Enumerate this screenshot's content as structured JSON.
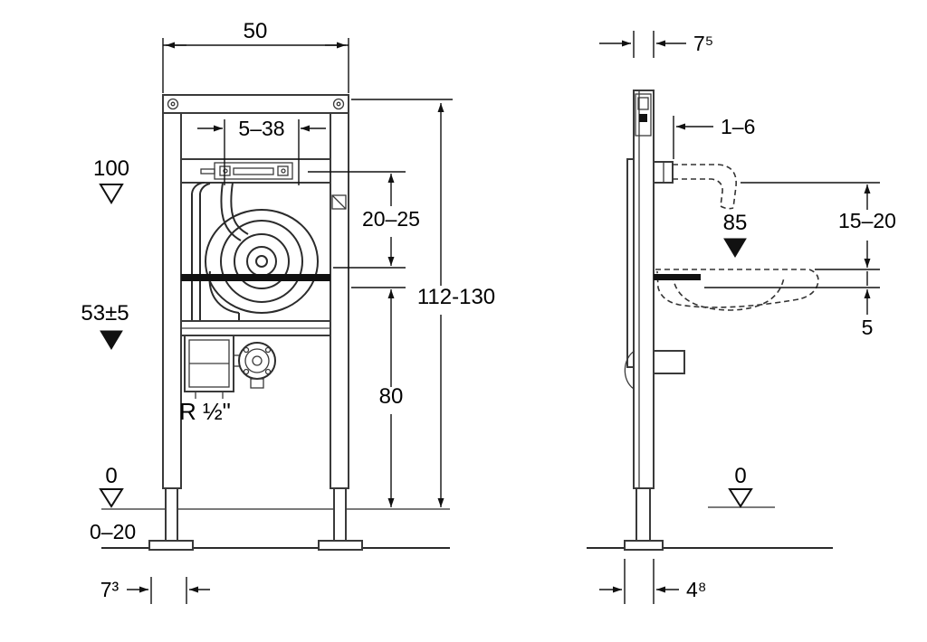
{
  "diagram": {
    "kind": "installation-frame-technical-drawing",
    "views": [
      "front",
      "side"
    ],
    "colors": {
      "line": "#2b2b2b",
      "background": "#ffffff",
      "dimension": "#111111"
    }
  },
  "labels": {
    "front": {
      "width": "50",
      "tap_range": "5–38",
      "level_100": "100",
      "spout_height_range": "20–25",
      "total_height": "112-130",
      "level_53": "53±5",
      "outlet_height": "80",
      "connection": "R ½\"",
      "level_0": "0",
      "floor_range": "0–20",
      "foot_offset": "7³"
    },
    "side": {
      "frame_depth": "7⁵",
      "front_adjust": "1–6",
      "level_85": "85",
      "spout_to_basin": "15–20",
      "basin_fix": "5",
      "level_0": "0",
      "foot_depth": "4⁸"
    }
  }
}
